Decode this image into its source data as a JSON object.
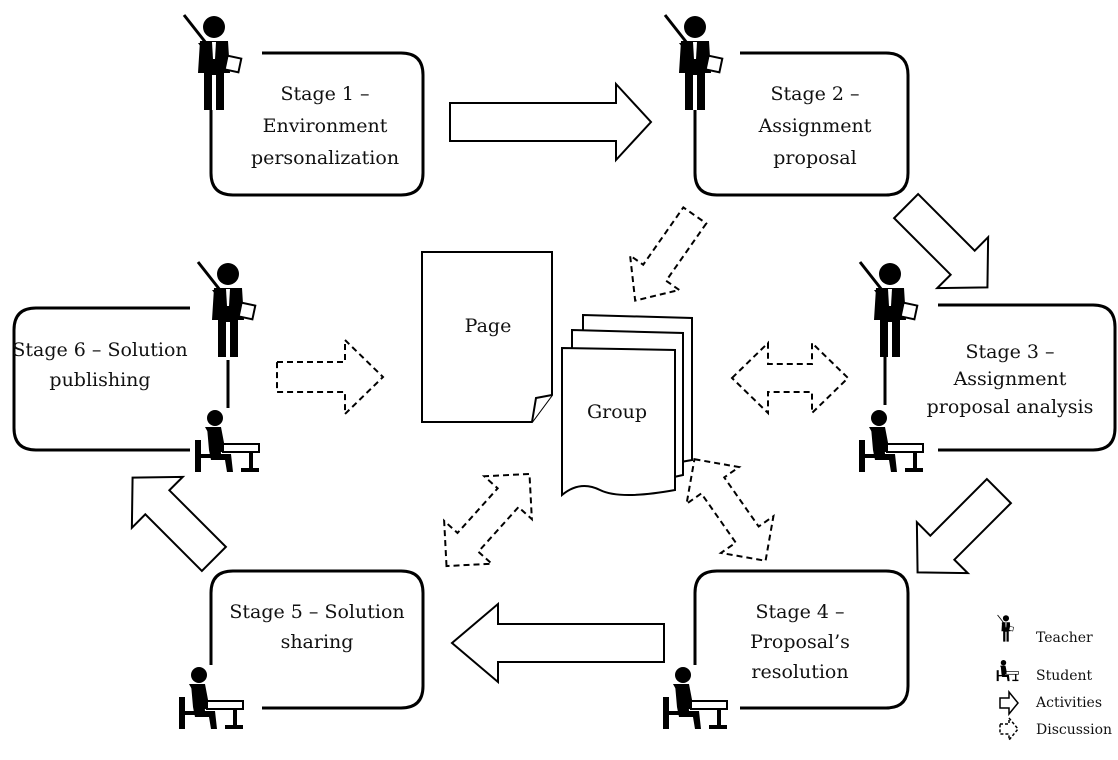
{
  "stages": [
    {
      "id": "stage-1",
      "lines": [
        "Stage 1 –",
        "Environment",
        "personalization"
      ]
    },
    {
      "id": "stage-2",
      "lines": [
        "Stage 2 –",
        "Assignment",
        "proposal"
      ]
    },
    {
      "id": "stage-3",
      "lines": [
        "Stage 3 –",
        "Assignment",
        "proposal analysis"
      ]
    },
    {
      "id": "stage-4",
      "lines": [
        "Stage 4 –",
        "Proposal’s",
        "resolution"
      ]
    },
    {
      "id": "stage-5",
      "lines": [
        "Stage 5 – Solution",
        "sharing"
      ]
    },
    {
      "id": "stage-6",
      "lines": [
        "Stage 6 – Solution",
        "publishing"
      ]
    }
  ],
  "documents": {
    "page_label": "Page",
    "group_label": "Group"
  },
  "legend": {
    "teacher": "Teacher",
    "student": "Student",
    "activities": "Activities",
    "discussion": "Discussion"
  },
  "colors": {
    "stroke": "#000000",
    "background": "#ffffff"
  }
}
